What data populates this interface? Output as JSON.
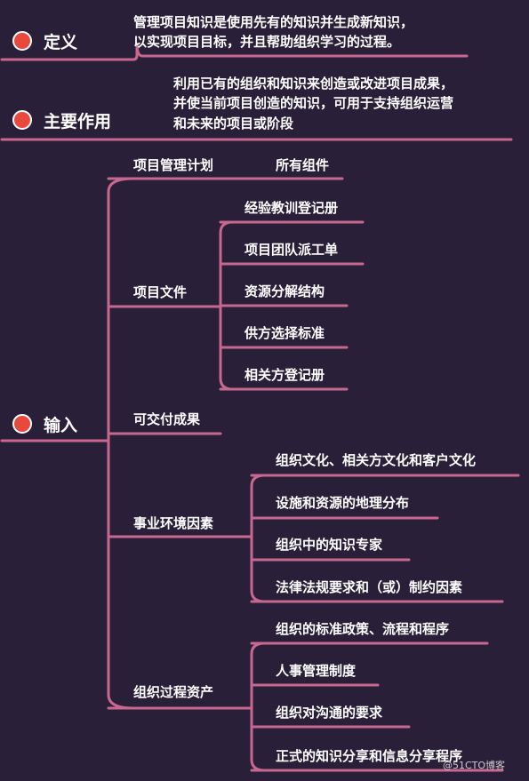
{
  "definition": {
    "title": "定义",
    "text_lines": [
      "管理项目知识是使用先有的知识并生成新知识，",
      "以实现项目目标，并且帮助组织学习的过程。"
    ]
  },
  "purpose": {
    "title": "主要作用",
    "text_lines": [
      "利用已有的组织和知识来创造或改进项目成果，",
      "并使当前项目创造的知识，可用于支持组织运营",
      "和未来的项目或阶段"
    ]
  },
  "inputs": {
    "title": "输入",
    "plan": {
      "label": "项目管理计划",
      "children": [
        "所有组件"
      ]
    },
    "project_docs": {
      "label": "项目文件",
      "children": [
        "经验教训登记册",
        "项目团队派工单",
        "资源分解结构",
        "供方选择标准",
        "相关方登记册"
      ]
    },
    "deliverables": {
      "label": "可交付成果"
    },
    "eef": {
      "label": "事业环境因素",
      "children": [
        "组织文化、相关方文化和客户文化",
        "设施和资源的地理分布",
        "组织中的知识专家",
        "法律法规要求和（或）制约因素"
      ]
    },
    "opa": {
      "label": "组织过程资产",
      "children": [
        "组织的标准政策、流程和程序",
        "人事管理制度",
        "组织对沟通的要求",
        "正式的知识分享和信息分享程序"
      ]
    }
  },
  "watermark": "@51CTO博客",
  "colors": {
    "background": "#2a1f38",
    "line": "#c8678f",
    "dot": "#e8493c"
  }
}
